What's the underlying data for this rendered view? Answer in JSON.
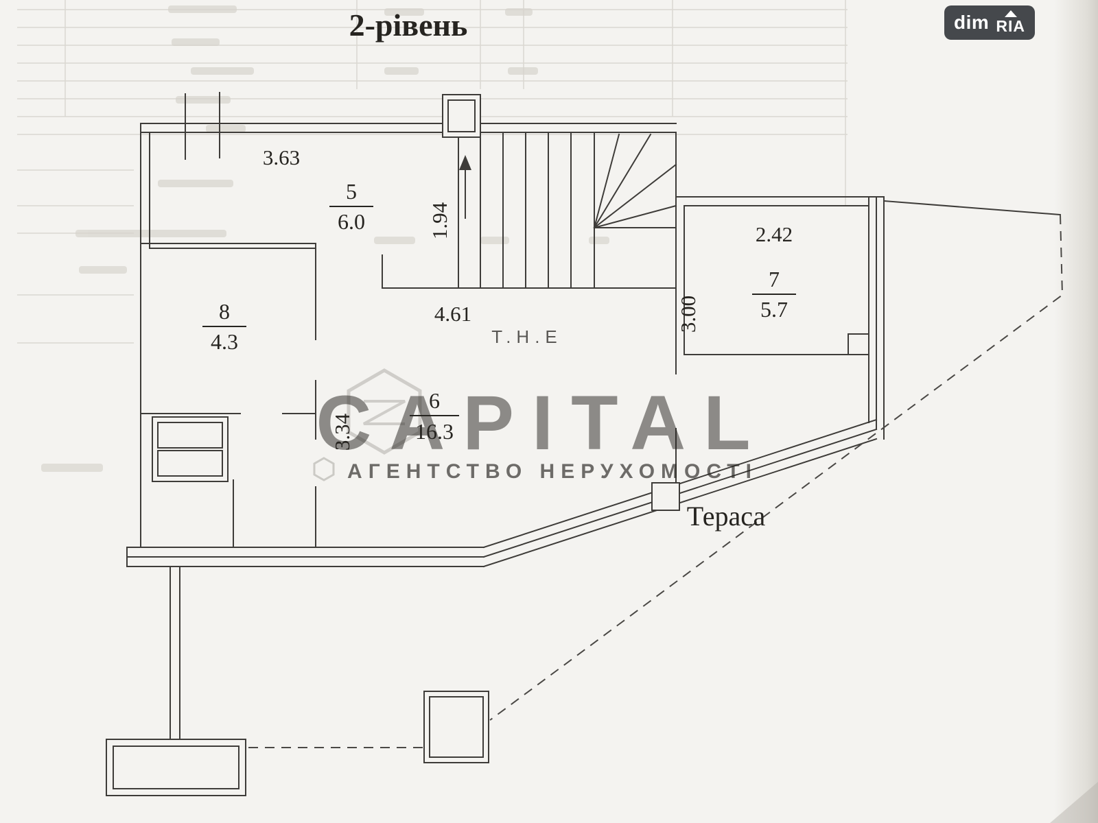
{
  "header": {
    "title": "2-рівень"
  },
  "brand": {
    "dim": "dim",
    "ria": "RIA"
  },
  "watermark": {
    "the": "T.H.E",
    "name": "CAPITAL",
    "subtitle": "АГЕНТСТВО НЕРУХОМОСТІ"
  },
  "plan": {
    "terrace_label": "Тераса",
    "rooms": [
      {
        "number": "5",
        "area": "6.0"
      },
      {
        "number": "8",
        "area": "4.3"
      },
      {
        "number": "6",
        "area": "16.3"
      },
      {
        "number": "7",
        "area": "5.7"
      }
    ],
    "dimensions": {
      "room5_width": "3.63",
      "stair_width": "1.94",
      "room6_width": "4.61",
      "room6_height": "3.34",
      "terrace_side": "3.00",
      "room7_width": "2.42"
    }
  }
}
